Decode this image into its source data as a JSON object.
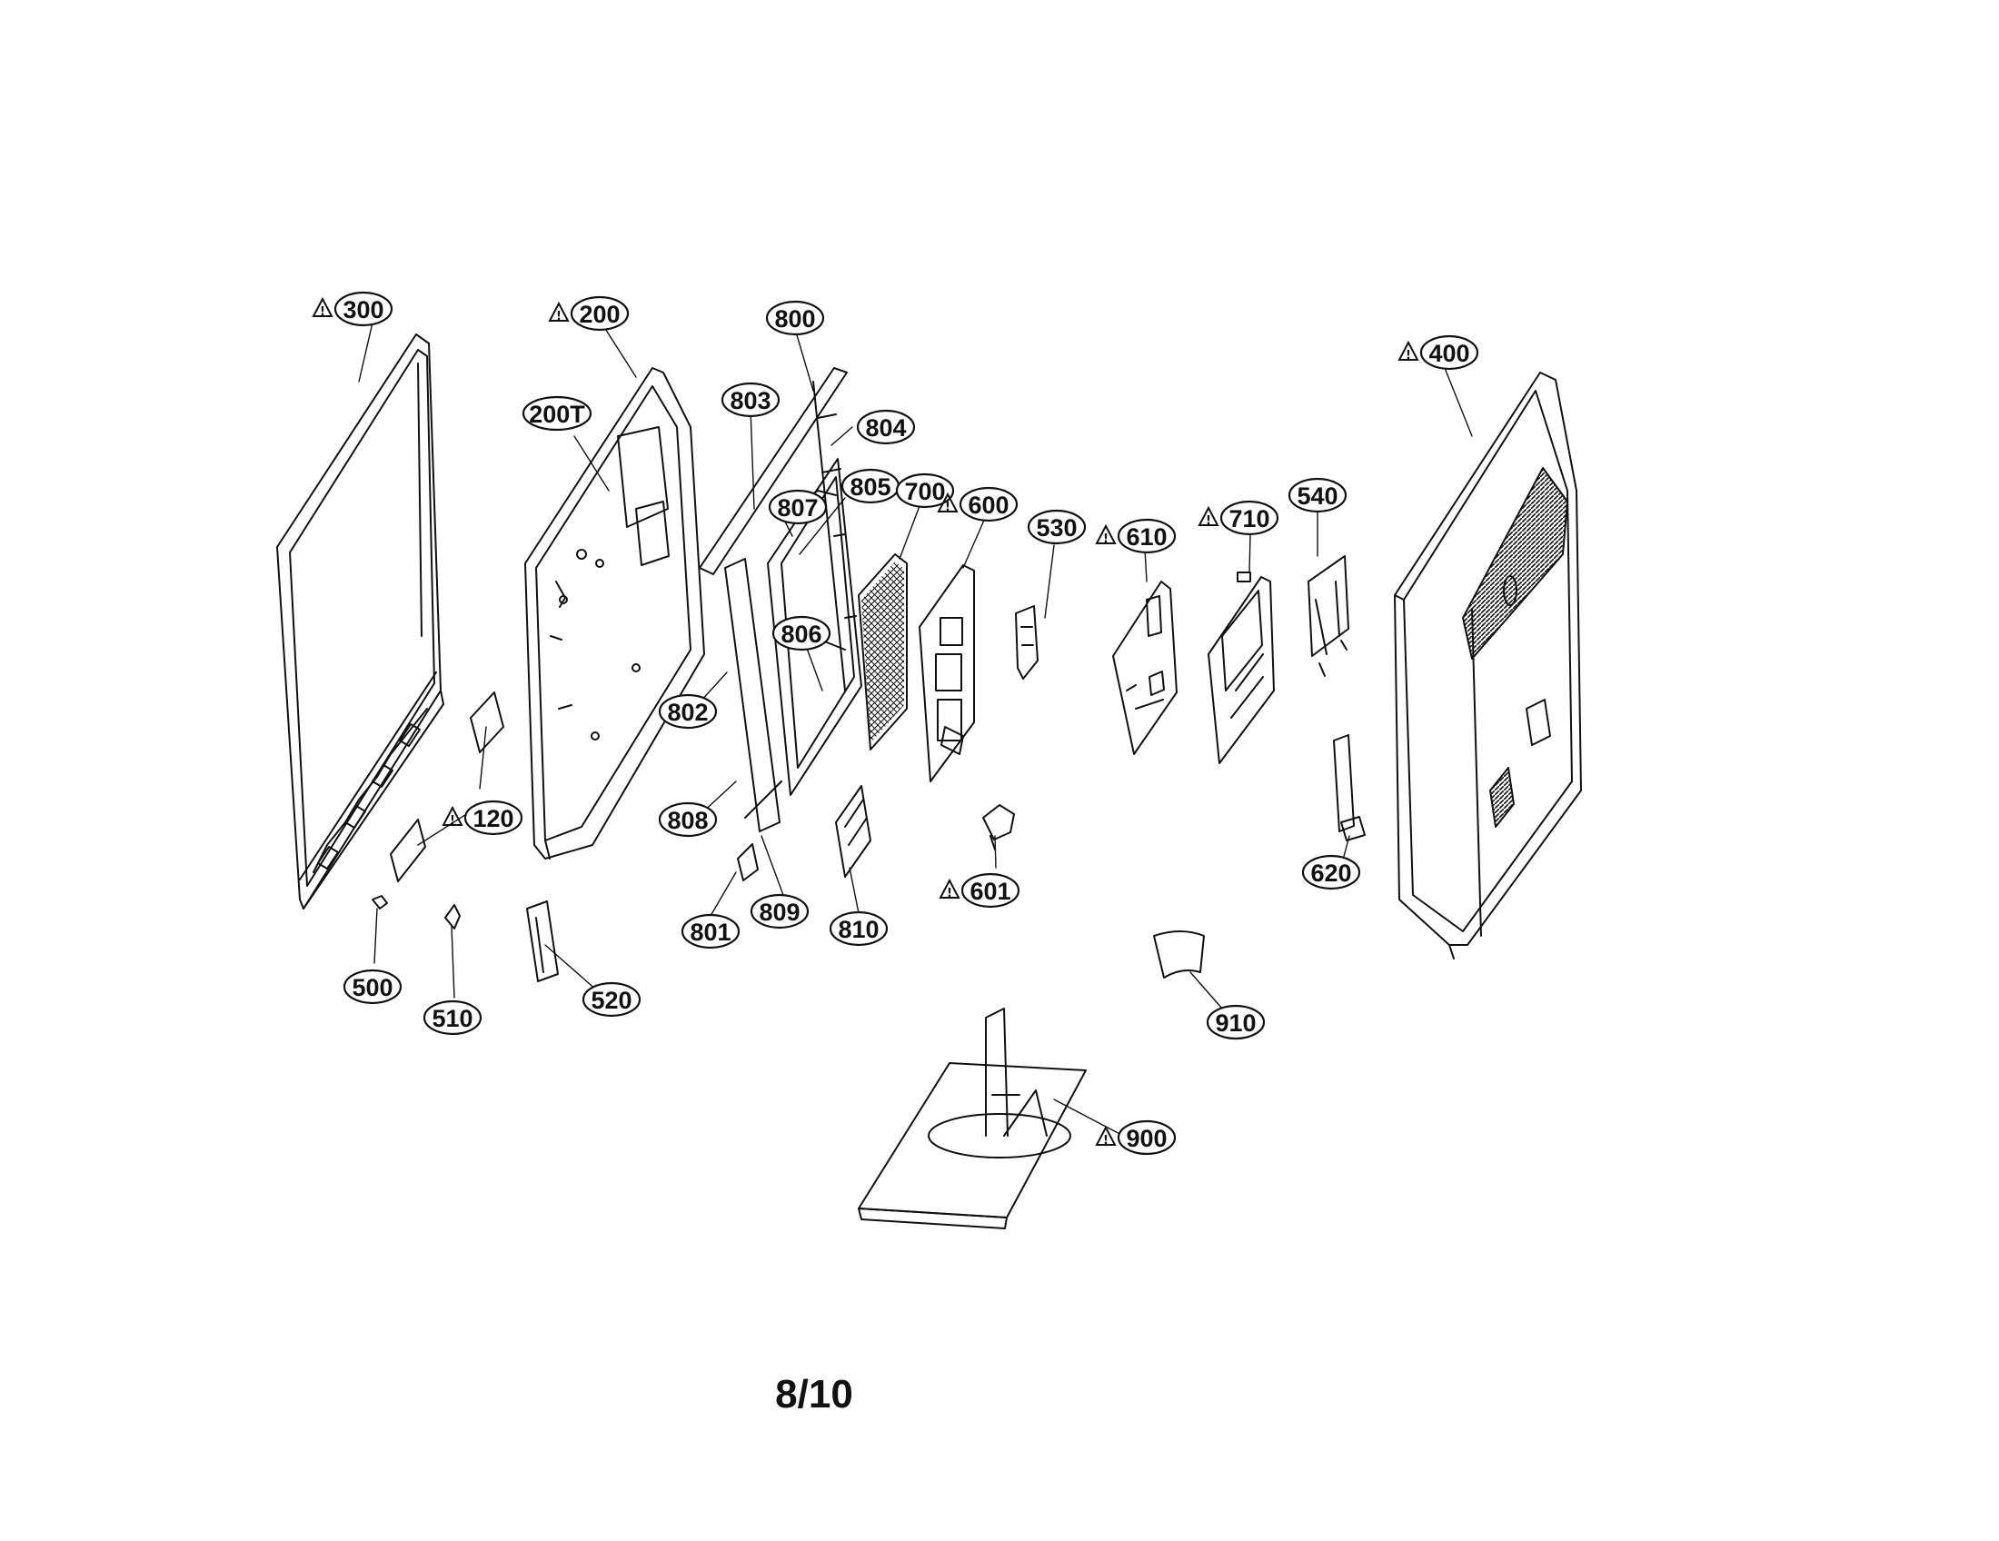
{
  "page_number": "8/10",
  "callouts": [
    {
      "id": "c300",
      "label": "300",
      "warning": true
    },
    {
      "id": "c200",
      "label": "200",
      "warning": true
    },
    {
      "id": "c200t",
      "label": "200T",
      "warning": false
    },
    {
      "id": "c800",
      "label": "800",
      "warning": false
    },
    {
      "id": "c803",
      "label": "803",
      "warning": false
    },
    {
      "id": "c804",
      "label": "804",
      "warning": false
    },
    {
      "id": "c807",
      "label": "807",
      "warning": false
    },
    {
      "id": "c805",
      "label": "805",
      "warning": false
    },
    {
      "id": "c700",
      "label": "700",
      "warning": false
    },
    {
      "id": "c600",
      "label": "600",
      "warning": true
    },
    {
      "id": "c530",
      "label": "530",
      "warning": false
    },
    {
      "id": "c610",
      "label": "610",
      "warning": true
    },
    {
      "id": "c710",
      "label": "710",
      "warning": true
    },
    {
      "id": "c540",
      "label": "540",
      "warning": false
    },
    {
      "id": "c400",
      "label": "400",
      "warning": true
    },
    {
      "id": "c806",
      "label": "806",
      "warning": false
    },
    {
      "id": "c802",
      "label": "802",
      "warning": false
    },
    {
      "id": "c120",
      "label": "120",
      "warning": true
    },
    {
      "id": "c808",
      "label": "808",
      "warning": false
    },
    {
      "id": "c620",
      "label": "620",
      "warning": false
    },
    {
      "id": "c601",
      "label": "601",
      "warning": true
    },
    {
      "id": "c801",
      "label": "801",
      "warning": false
    },
    {
      "id": "c809",
      "label": "809",
      "warning": false
    },
    {
      "id": "c810",
      "label": "810",
      "warning": false
    },
    {
      "id": "c500",
      "label": "500",
      "warning": false
    },
    {
      "id": "c510",
      "label": "510",
      "warning": false
    },
    {
      "id": "c520",
      "label": "520",
      "warning": false
    },
    {
      "id": "c910",
      "label": "910",
      "warning": false
    },
    {
      "id": "c900",
      "label": "900",
      "warning": true
    }
  ]
}
